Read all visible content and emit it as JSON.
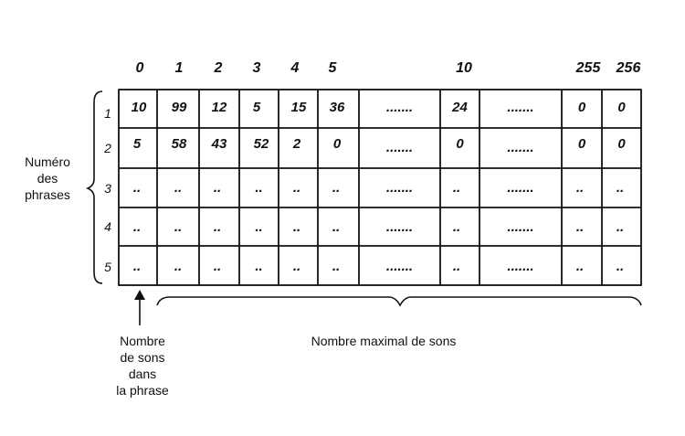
{
  "column_headers": [
    "0",
    "1",
    "2",
    "3",
    "4",
    "5",
    "10",
    "255",
    "256"
  ],
  "row_numbers": [
    "1",
    "2",
    "3",
    "4",
    "5"
  ],
  "rows": [
    [
      "10",
      "99",
      "12",
      "5",
      "15",
      "36",
      ".......",
      "24",
      ".......",
      "0",
      "0"
    ],
    [
      "5",
      "58",
      "43",
      "52",
      "2",
      "0",
      ".......",
      "0",
      ".......",
      "0",
      "0"
    ],
    [
      "..",
      "..",
      "..",
      "..",
      "..",
      "..",
      ".......",
      "..",
      ".......",
      "..",
      ".."
    ],
    [
      "..",
      "..",
      "..",
      "..",
      "..",
      "..",
      ".......",
      "..",
      ".......",
      "..",
      ".."
    ],
    [
      "..",
      "..",
      "..",
      "..",
      "..",
      "..",
      ".......",
      "..",
      ".......",
      "..",
      ".."
    ]
  ],
  "labels": {
    "side_line1": "Numéro",
    "side_line2": "des",
    "side_line3": "phrases",
    "bottom_left_line1": "Nombre",
    "bottom_left_line2": "de sons",
    "bottom_left_line3": "dans",
    "bottom_left_line4": "la phrase",
    "bottom_right": "Nombre maximal de sons"
  },
  "colors": {
    "ink": "#111111",
    "background": "#ffffff"
  }
}
